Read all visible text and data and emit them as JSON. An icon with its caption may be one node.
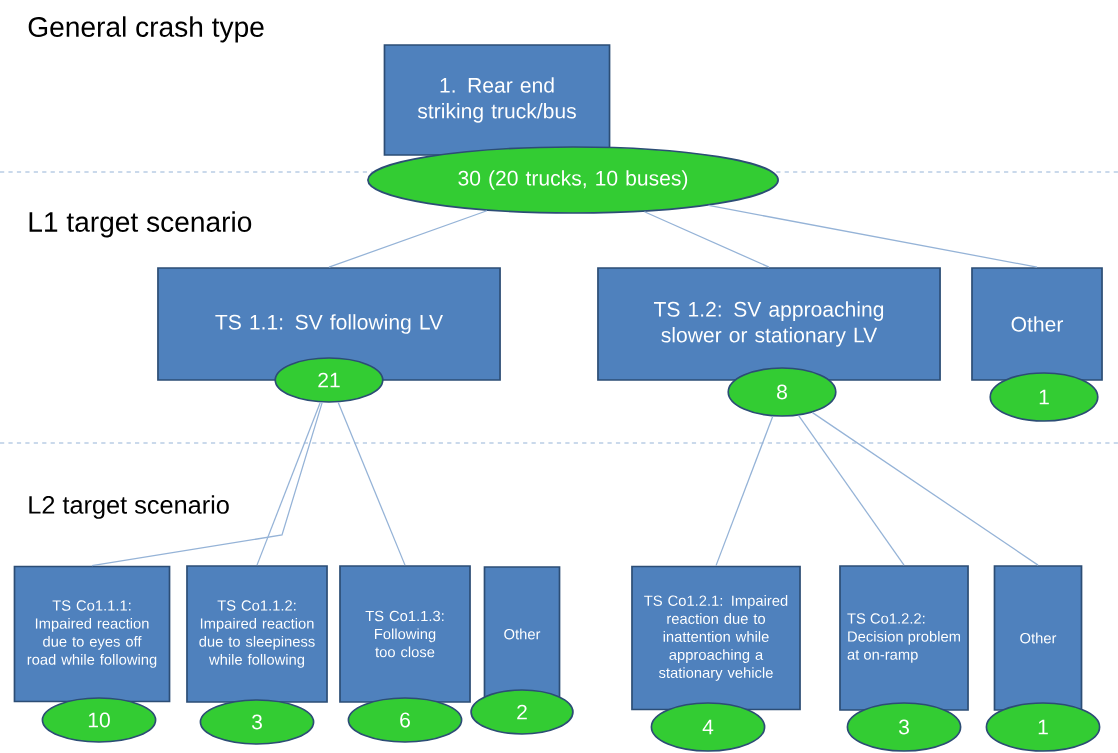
{
  "diagram": {
    "nodes": [
      {
        "text": [
          "1. Rear end striking truck/bus"
        ]
      },
      {
        "text": [
          "30 (20 trucks, 10 buses)"
        ]
      },
      {
        "text": [
          "TS 1.1: SV following LV"
        ]
      },
      {
        "text": [
          "21"
        ]
      },
      {
        "text": [
          "TS 1.2: SV approaching slower or stationary LV"
        ]
      },
      {
        "text": [
          "8"
        ]
      },
      {
        "text": [
          "Other"
        ]
      },
      {
        "text": [
          "1"
        ]
      },
      {
        "text": [
          "TS Co1.1.1: Impaired reaction due to eyes off road while following"
        ]
      },
      {
        "text": [
          "10"
        ]
      },
      {
        "text": [
          "TS Co1.1.2: Impaired reaction due to sleepiness while following"
        ]
      },
      {
        "text": [
          "3"
        ]
      },
      {
        "text": [
          "TS Co1.1.3: Following too close"
        ]
      },
      {
        "text": [
          "6"
        ]
      },
      {
        "text": [
          "Other"
        ]
      },
      {
        "text": [
          "2"
        ]
      },
      {
        "text": [
          "TS Co1.2.1: Impaired reaction due to inattention while approaching a stationary vehicle"
        ]
      },
      {
        "text": [
          "4"
        ]
      },
      {
        "text": [
          "TS Co1.2.2: Decision problem at on-ramp"
        ]
      },
      {
        "text": [
          "3"
        ]
      },
      {
        "text": [
          "Other"
        ]
      },
      {
        "text": [
          "1"
        ]
      }
    ],
    "edges": [
      {
        "from": 1,
        "to": 2,
        "arrow": "none"
      },
      {
        "from": 1,
        "to": 4,
        "arrow": "none"
      },
      {
        "from": 1,
        "to": 6,
        "arrow": "none"
      },
      {
        "from": 3,
        "to": 8,
        "arrow": "none"
      },
      {
        "from": 3,
        "to": 10,
        "arrow": "none"
      },
      {
        "from": 3,
        "to": 12,
        "arrow": "none"
      },
      {
        "from": 5,
        "to": 16,
        "arrow": "none"
      },
      {
        "from": 5,
        "to": 18,
        "arrow": "none"
      },
      {
        "from": 5,
        "to": 20,
        "arrow": "none"
      }
    ],
    "labels": [
      "General crash type",
      "L1 target scenario",
      "L2 target scenario"
    ]
  }
}
